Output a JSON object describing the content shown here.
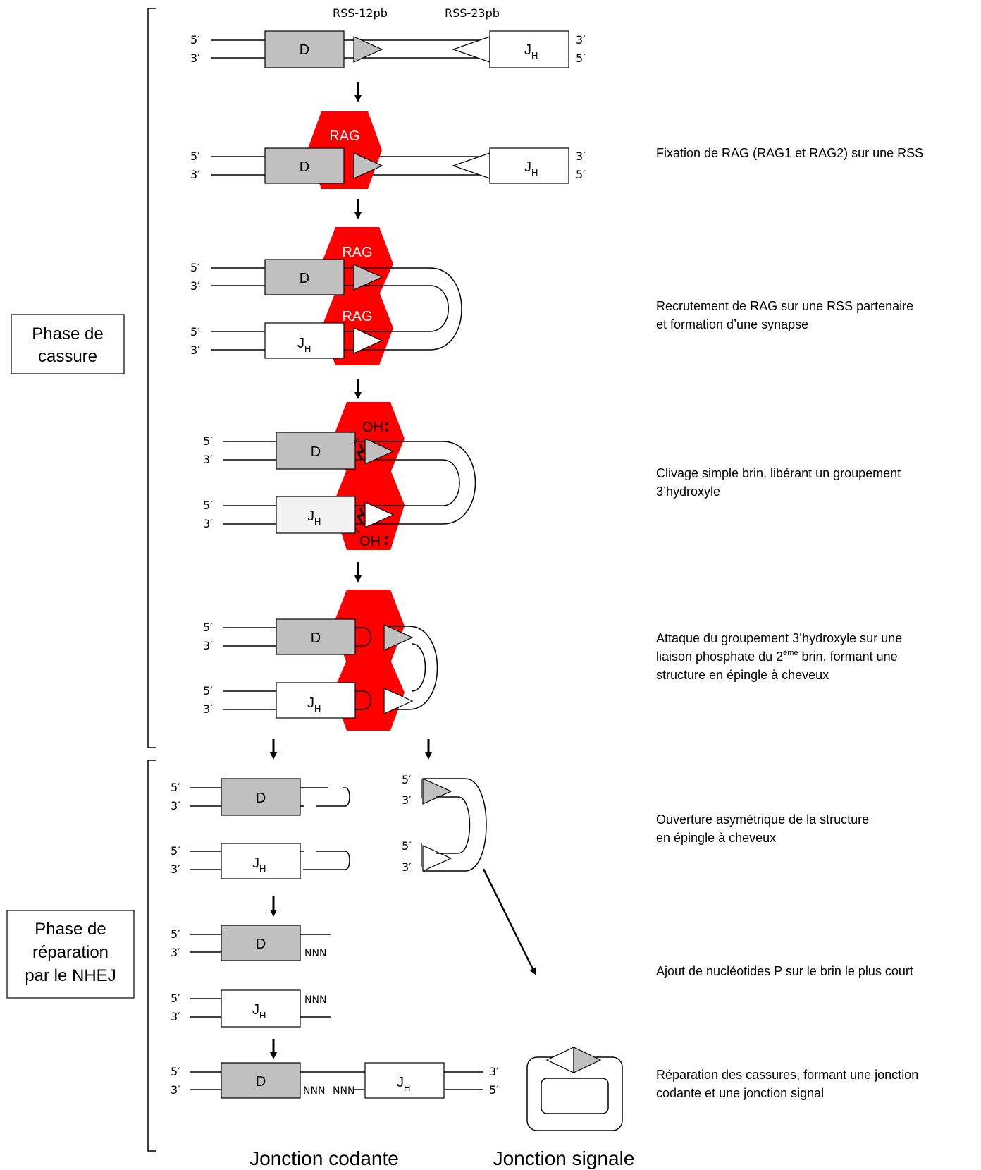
{
  "rss_labels": {
    "rss12": "RSS-12pb",
    "rss23": "RSS-23pb"
  },
  "ends": {
    "five": "5′",
    "three": "3′"
  },
  "segments": {
    "d": "D",
    "jh_main": "J",
    "jh_sub": "H"
  },
  "protein": "RAG",
  "hydroxyl": "OH",
  "nnn": "NNN",
  "phases": {
    "cassure": [
      "Phase de",
      "cassure"
    ],
    "reparation": [
      "Phase de",
      "réparation",
      "par le NHEJ"
    ]
  },
  "steps": [
    [
      "Fixation de RAG (RAG1 et RAG2) sur une  RSS"
    ],
    [
      "Recrutement de RAG sur une RSS partenaire",
      "et formation d’une synapse"
    ],
    [
      "Clivage simple brin, libérant un groupement",
      "3’hydroxyle"
    ],
    [
      "Attaque du groupement 3’hydroxyle sur une",
      "liaison phosphate du 2",
      "ème",
      " brin, formant une",
      "structure en épingle à cheveux"
    ],
    [
      "Ouverture asymétrique de la structure",
      "en épingle à cheveux"
    ],
    [
      "Ajout de nucléotides P sur le brin le plus court"
    ],
    [
      "Réparation des cassures, formant une jonction",
      "codante et une jonction signal"
    ]
  ],
  "bottom": {
    "codante": "Jonction codante",
    "signale": "Jonction signale"
  },
  "colors": {
    "rag": "#ff0000",
    "d_fill": "#c0c0c0",
    "rss_grey": "#c0c0c0",
    "jh_light": "#f2f2f2"
  }
}
